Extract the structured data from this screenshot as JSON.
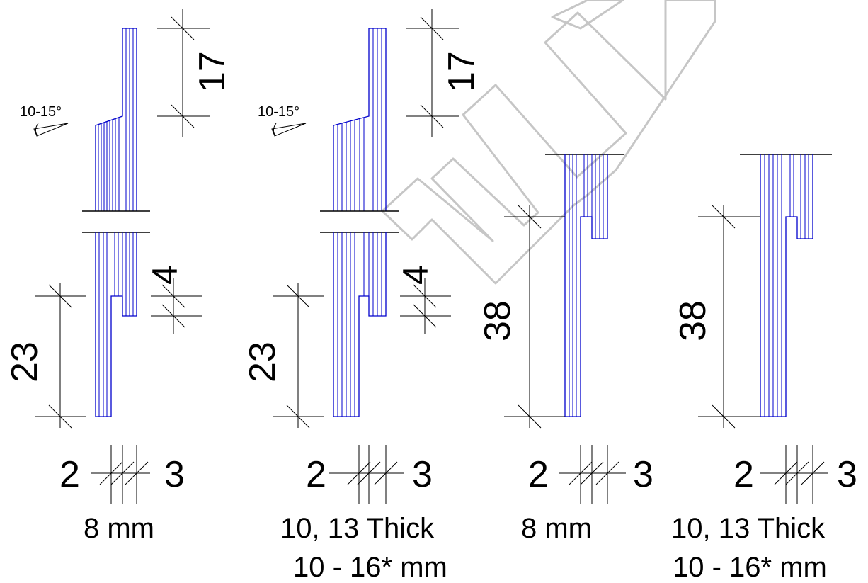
{
  "panels": [
    {
      "id": "panel-1",
      "angle_label": "10-15°",
      "dim_top": "17",
      "dim_tongue": "4",
      "dim_lower": "23",
      "dim_left": "2",
      "dim_right": "3",
      "caption_line1": "8 mm",
      "caption_line2": ""
    },
    {
      "id": "panel-2",
      "angle_label": "10-15°",
      "dim_top": "17",
      "dim_tongue": "4",
      "dim_lower": "23",
      "dim_left": "2",
      "dim_right": "3",
      "caption_line1": "10, 13 Thick",
      "caption_line2": "10 - 16* mm"
    },
    {
      "id": "panel-3",
      "dim_main": "38",
      "dim_left": "2",
      "dim_right": "3",
      "caption_line1": "8 mm",
      "caption_line2": ""
    },
    {
      "id": "panel-4",
      "dim_main": "38",
      "dim_left": "2",
      "dim_right": "3",
      "caption_line1": "10, 13 Thick",
      "caption_line2": "10 - 16* mm"
    }
  ],
  "colors": {
    "layer_stroke": "#0000cc",
    "dimension_stroke": "#000000",
    "watermark": "#c6c6c6"
  }
}
